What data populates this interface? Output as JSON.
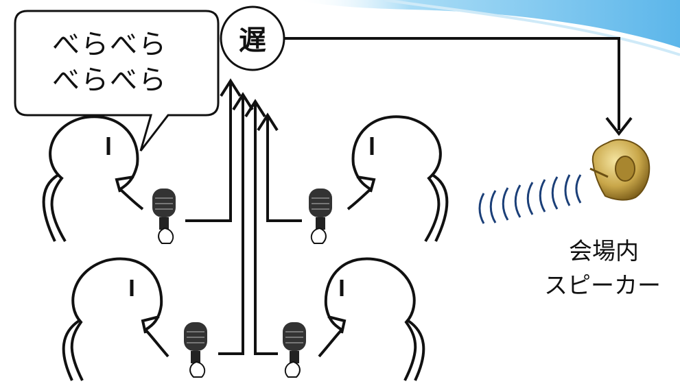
{
  "speech_bubble": {
    "line1": "べらべら",
    "line2": "べらべら"
  },
  "delay_unit": {
    "label": "遅"
  },
  "speaker": {
    "caption_line1": "会場内",
    "caption_line2": "スピーカー",
    "icon": "speaker-bell-icon"
  },
  "people": [
    {
      "name": "person-top-left"
    },
    {
      "name": "person-bottom-left"
    },
    {
      "name": "person-top-right"
    },
    {
      "name": "person-bottom-right"
    }
  ],
  "microphones": [
    "microphone-icon",
    "microphone-icon",
    "microphone-icon",
    "microphone-icon"
  ],
  "colors": {
    "background": "#ffffff",
    "line": "#111111",
    "accent_blue": "#7ec8f0",
    "speaker_gold": "#c9a74a"
  }
}
